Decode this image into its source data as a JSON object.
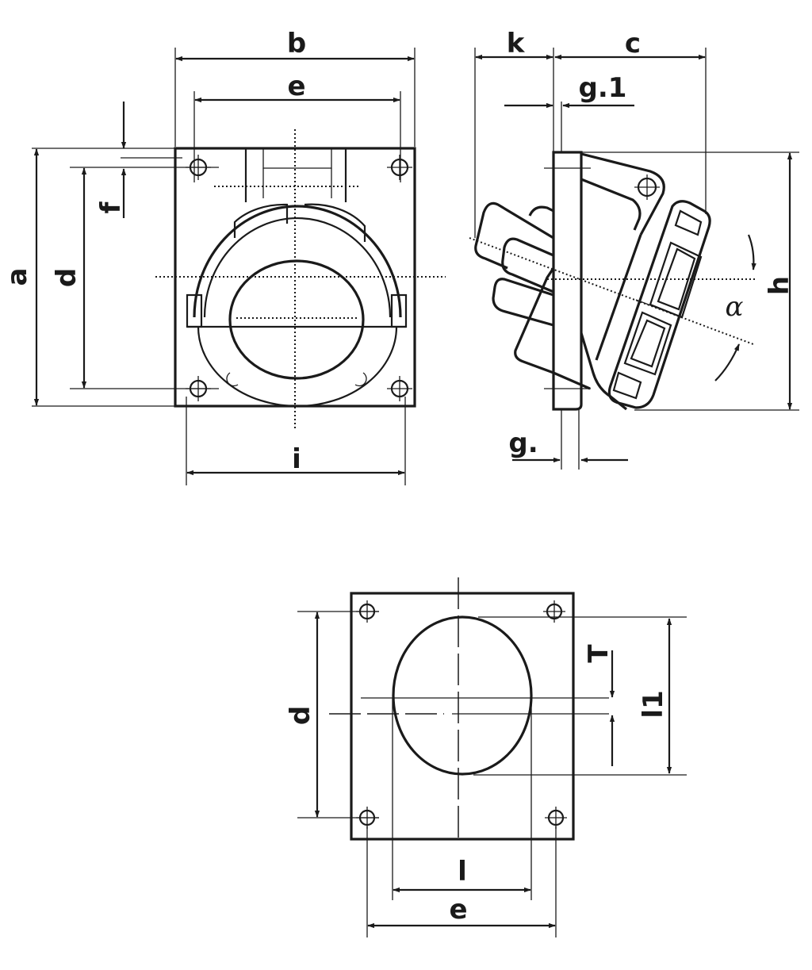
{
  "front_view": {
    "labels": {
      "a": "a",
      "b": "b",
      "d": "d",
      "e": "e",
      "f": "f",
      "i": "i"
    }
  },
  "side_view": {
    "labels": {
      "c": "c",
      "k": "k",
      "g1": "g.1",
      "g": "g.",
      "h": "h",
      "alpha": "α"
    }
  },
  "cutout_view": {
    "labels": {
      "d": "d",
      "e": "e",
      "l": "l",
      "l1": "l1",
      "T": "T"
    }
  },
  "colors": {
    "line": "#1a1a1a",
    "background": "#ffffff"
  }
}
